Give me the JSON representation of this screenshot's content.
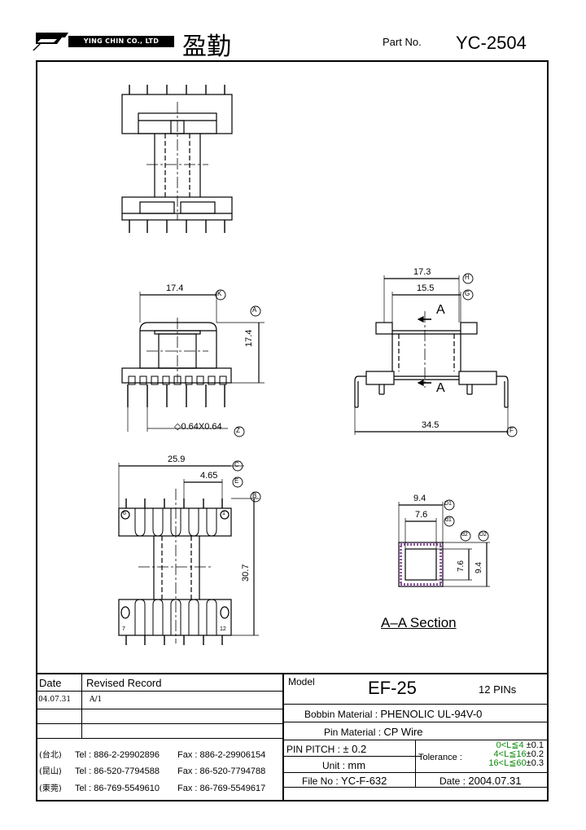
{
  "header": {
    "company_name_en": "YING CHIN CO., LTD",
    "company_name_cn": "盈勤",
    "part_no_label": "Part No.",
    "part_no_value": "YC-2504"
  },
  "drawing": {
    "dims": {
      "front_width": "17.4",
      "front_height": "17.4",
      "pin_size": "◇0.64X0.64",
      "side_top": "17.3",
      "side_inner": "15.5",
      "side_bottom": "34.5",
      "bottom_width": "25.9",
      "bottom_pitch": "4.65",
      "bottom_height": "30.7",
      "sec_outer_w": "9.4",
      "sec_inner_w": "7.6",
      "sec_inner_h": "7.6",
      "sec_outer_h": "9.4"
    },
    "markers": {
      "K": "K",
      "A": "A",
      "Z": "Z",
      "H": "H",
      "G": "G",
      "F": "F",
      "C": "C",
      "E": "E",
      "B": "B",
      "D1": "D1",
      "d1": "d1",
      "d2": "d2",
      "D2": "D2"
    },
    "section_letter": "A",
    "pin_numbers": {
      "p6": "6",
      "p1": "1",
      "p7": "7",
      "p12": "12"
    },
    "section_title": "A–A Section"
  },
  "title_block": {
    "date_header": "Date",
    "record_header": "Revised Record",
    "rev_date": "04.07.31",
    "rev_record": "A/1",
    "contacts": [
      {
        "region": "(台北)",
        "tel": "Tel : 886-2-29902896",
        "fax": "Fax : 886-2-29906154"
      },
      {
        "region": "(昆山)",
        "tel": "Tel : 86-520-7794588",
        "fax": "Fax : 86-520-7794788"
      },
      {
        "region": "(東莞)",
        "tel": "Tel : 86-769-5549610",
        "fax": "Fax : 86-769-5549617"
      }
    ],
    "model_label": "Model",
    "model_value": "EF-25",
    "pins": "12 PINs",
    "bobbin_label": "Bobbin  Material :",
    "bobbin_value": "PHENOLIC UL-94V-0",
    "pin_mat_label": "Pin  Material :",
    "pin_mat_value": "CP Wire",
    "pitch_label": "PIN  PITCH :",
    "pitch_value": "± 0.2",
    "unit_label": "Unit :",
    "unit_value": "mm",
    "file_label": "File  No :",
    "file_value": "YC-F-632",
    "date_label": "Date :",
    "date_value": "2004.07.31",
    "tolerance_label": "Tolerance :",
    "tolerances": [
      {
        "range": "0<L≦4",
        "value": "±0.1"
      },
      {
        "range": "4<L≦16",
        "value": "±0.2"
      },
      {
        "range": "16<L≦60",
        "value": "±0.3"
      }
    ]
  }
}
